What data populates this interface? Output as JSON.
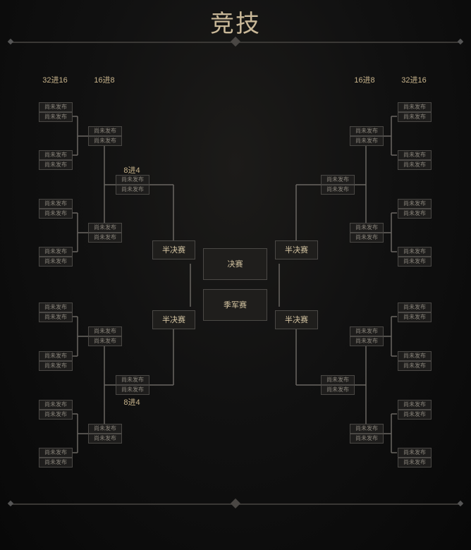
{
  "title": "竞技",
  "headers": {
    "left_r32": "32进16",
    "left_r16": "16进8",
    "right_r16": "16进8",
    "right_r32": "32进16",
    "qf_top": "8进4",
    "qf_bottom": "8进4"
  },
  "slot_label": "尚未发布",
  "semifinal_label": "半决赛",
  "final_label": "决赛",
  "third_place_label": "季军赛",
  "colors": {
    "accent": "#c8b48c",
    "line": "#6a6762"
  }
}
